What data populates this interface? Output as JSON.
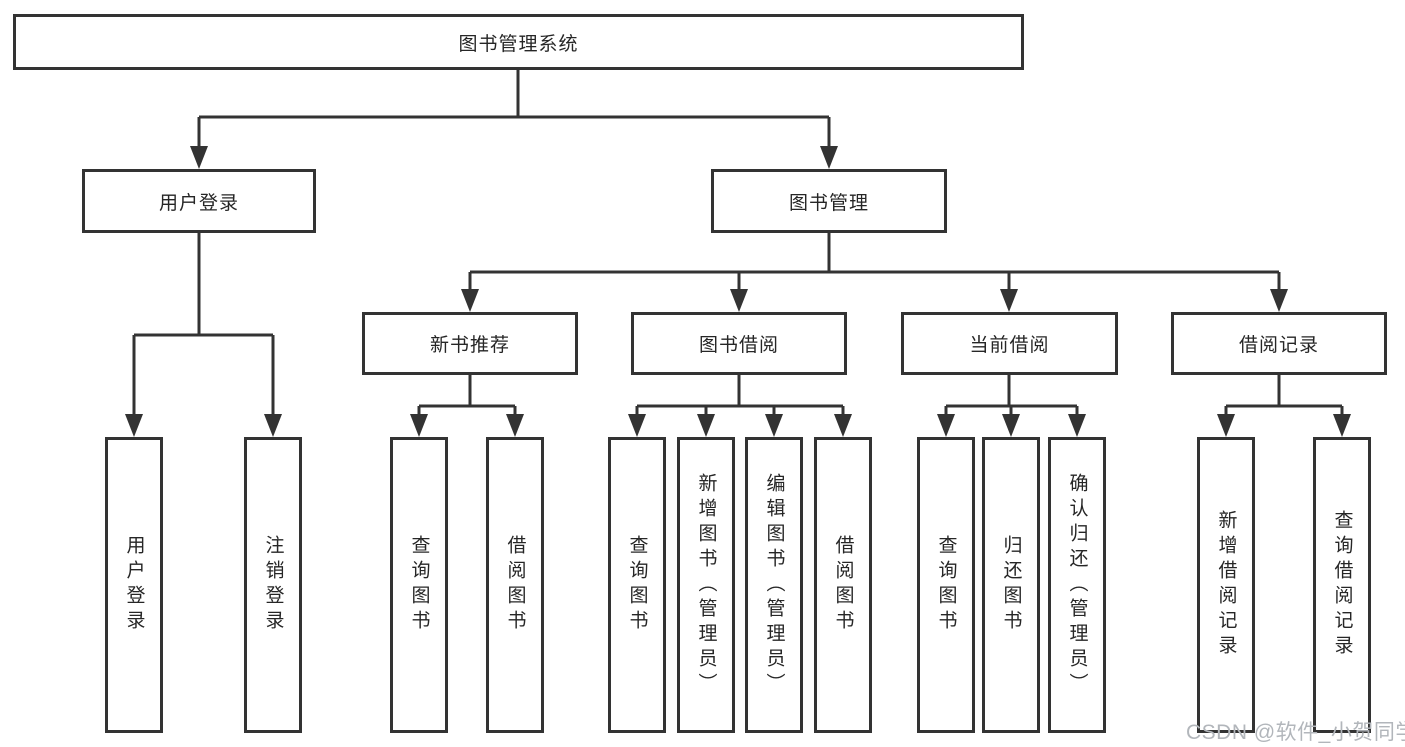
{
  "diagram_title": "图书管理系统",
  "tree": {
    "root": {
      "label": "图书管理系统"
    },
    "user_login": {
      "label": "用户登录",
      "children": {
        "login": "用户登录",
        "logout": "注销登录"
      }
    },
    "book_mgmt": {
      "label": "图书管理",
      "sections": {
        "new_book": {
          "label": "新书推荐",
          "children": {
            "query": "查询图书",
            "borrow": "借阅图书"
          }
        },
        "borrow": {
          "label": "图书借阅",
          "children": {
            "query": "查询图书",
            "add": "新增图书（管理员）",
            "edit": "编辑图书（管理员）",
            "borrow": "借阅图书"
          }
        },
        "current": {
          "label": "当前借阅",
          "children": {
            "query": "查询图书",
            "return": "归还图书",
            "confirm": "确认归还（管理员）"
          }
        },
        "record": {
          "label": "借阅记录",
          "children": {
            "add": "新增借阅记录",
            "query": "查询借阅记录"
          }
        }
      }
    }
  },
  "watermark": "CSDN @软件_小贺同学",
  "colors": {
    "line": "#333333",
    "text": "#262626",
    "watermark": "#b2b6bb",
    "background": "#ffffff"
  }
}
